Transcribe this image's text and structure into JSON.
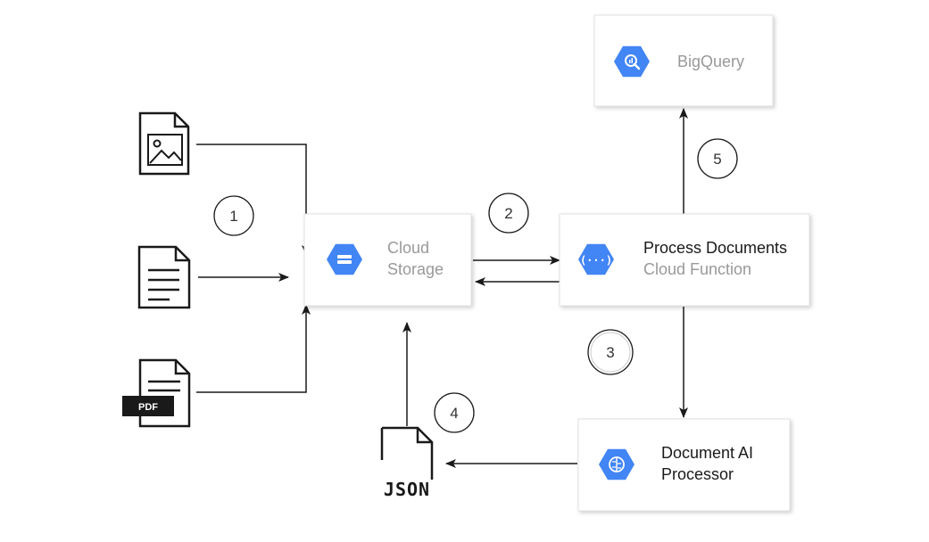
{
  "nodes": {
    "cloud_storage": {
      "line1": "Cloud",
      "line2": "Storage",
      "icon": "cloud-storage-icon"
    },
    "process_documents": {
      "title": "Process Documents",
      "subtitle": "Cloud Function",
      "icon": "cloud-function-icon"
    },
    "bigquery": {
      "title": "BigQuery",
      "icon": "bigquery-icon"
    },
    "document_ai": {
      "line1": "Document AI",
      "line2": "Processor",
      "icon": "document-ai-icon"
    }
  },
  "files": {
    "image_file": {
      "icon": "image-file-icon"
    },
    "text_file": {
      "icon": "text-file-icon"
    },
    "pdf_file": {
      "icon": "pdf-file-icon",
      "label": "PDF"
    },
    "json_file": {
      "icon": "json-file-icon",
      "label": "JSON"
    }
  },
  "steps": [
    "1",
    "2",
    "3",
    "4",
    "5"
  ],
  "colors": {
    "gcp_blue": "#4285f4",
    "node_text": "#1a1a1a",
    "muted_text": "#999999",
    "arrow": "#1a1a1a"
  }
}
